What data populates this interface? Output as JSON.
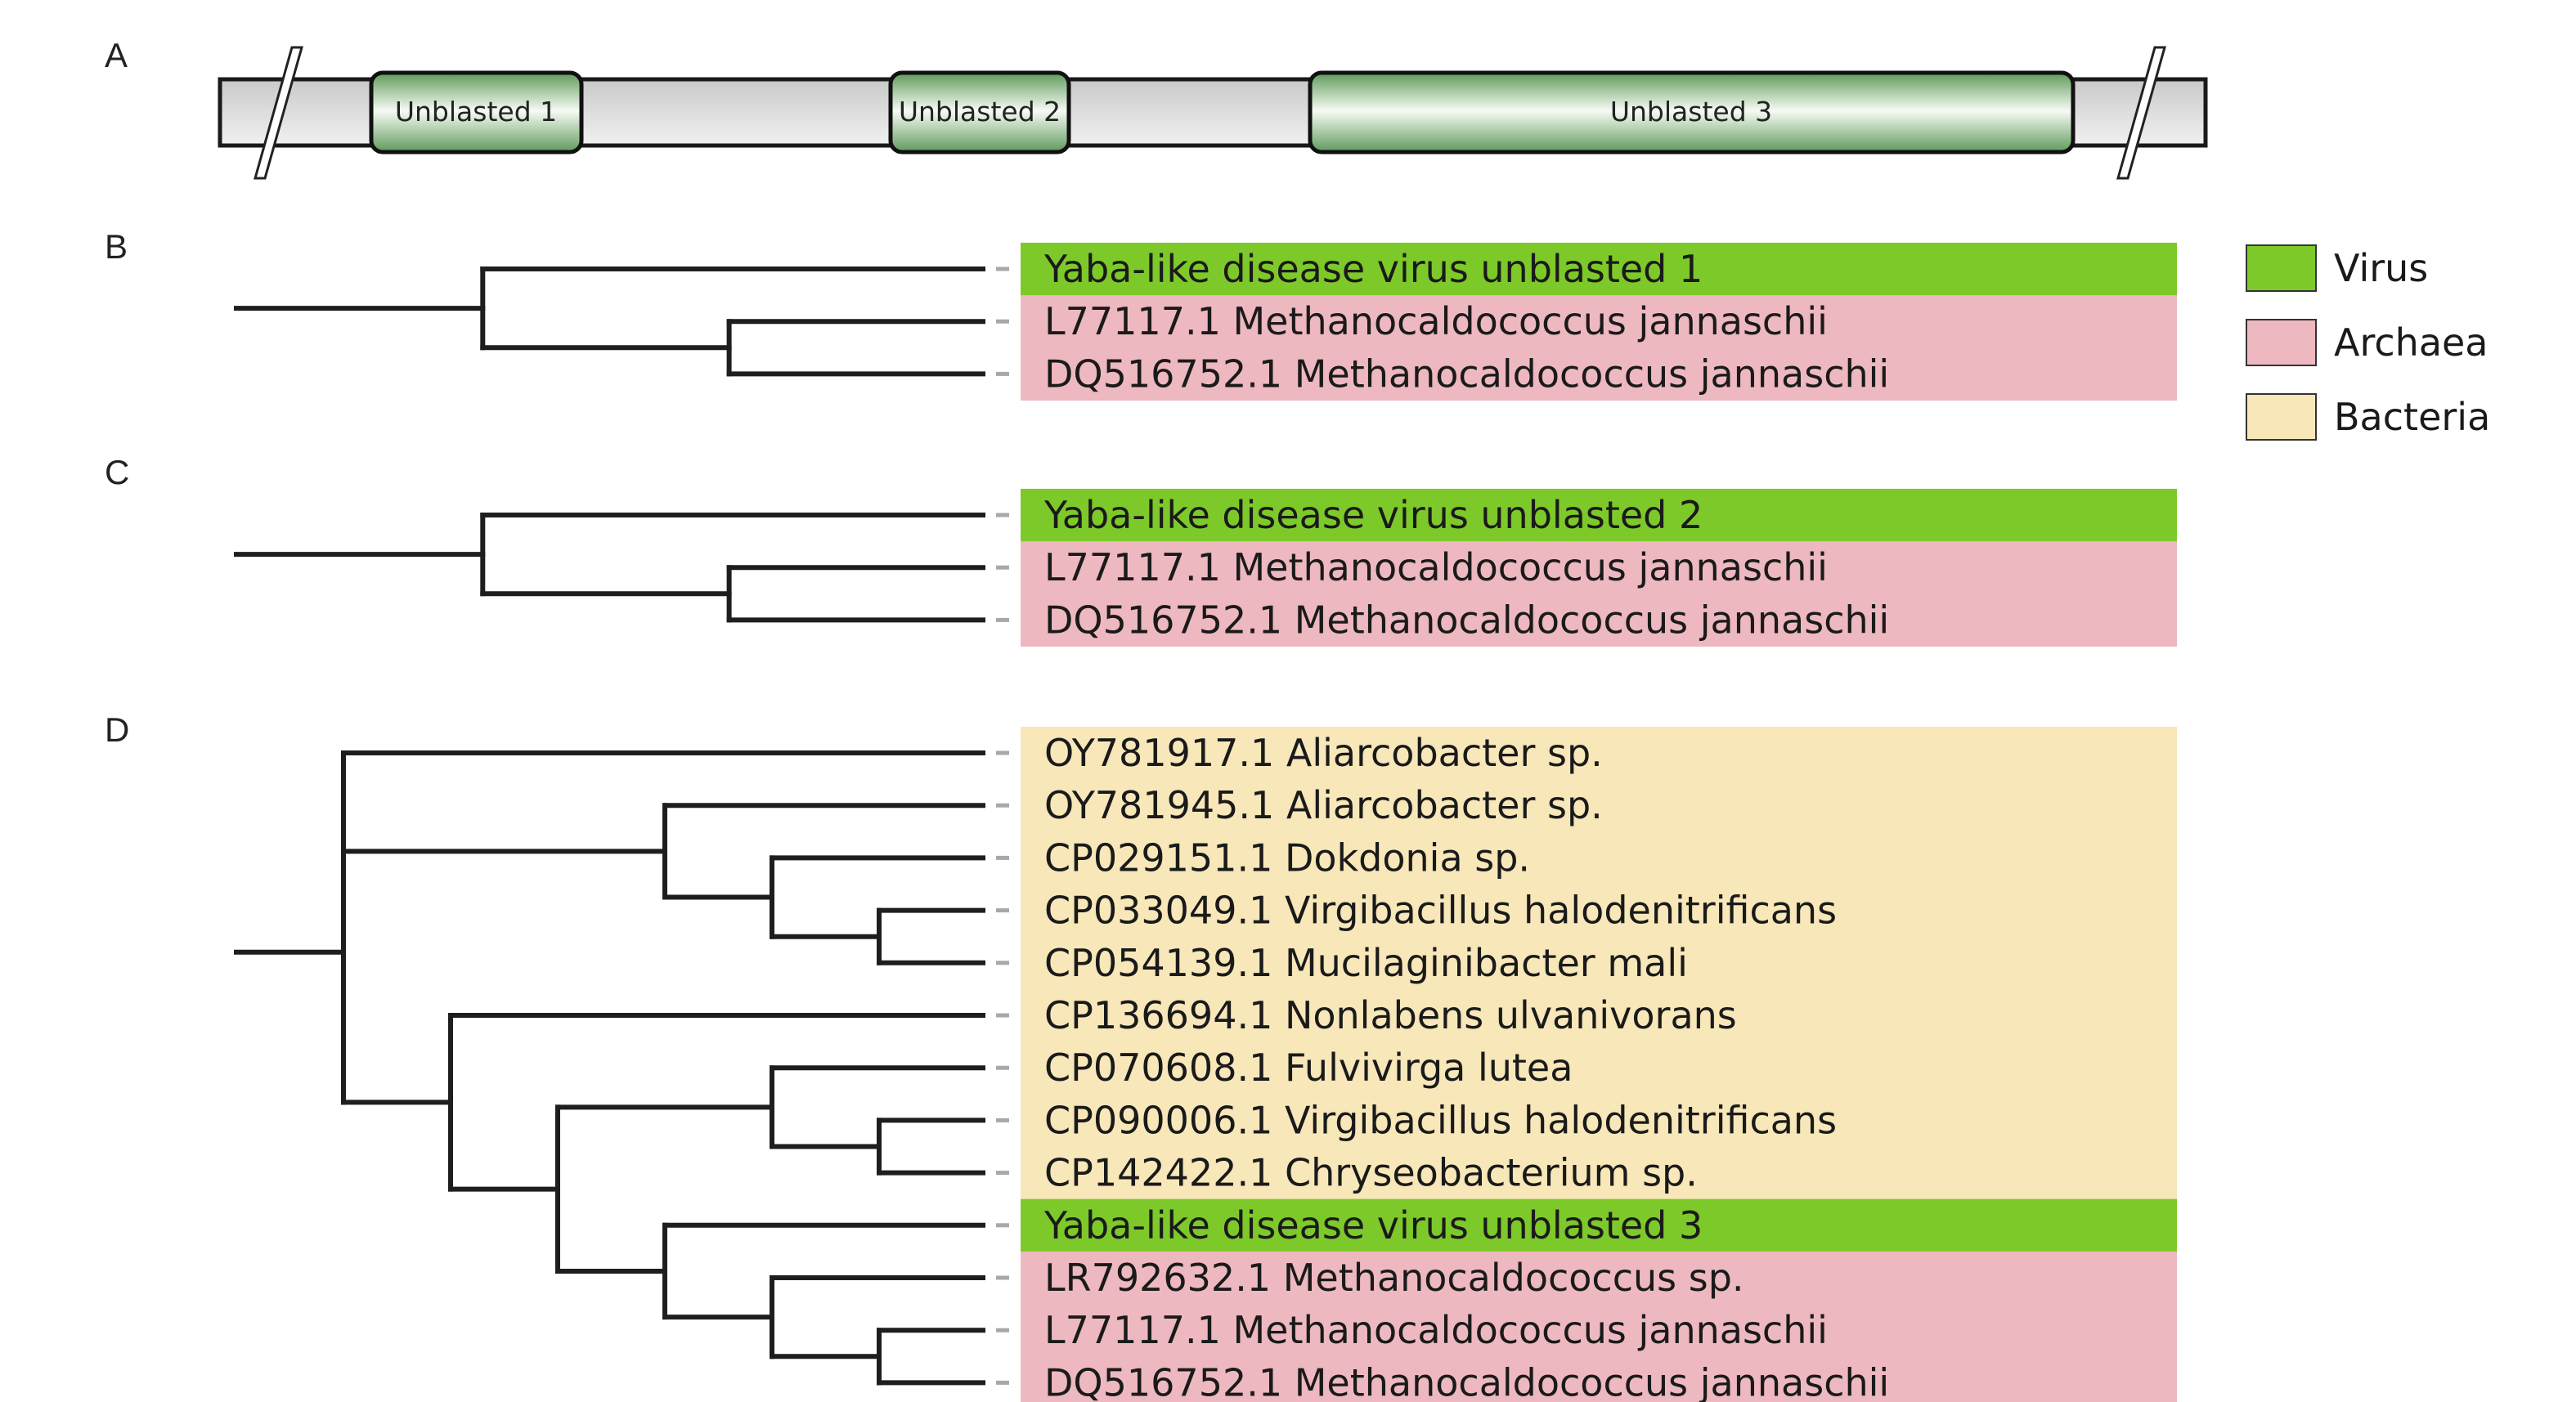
{
  "panels": {
    "a": {
      "letter": "A",
      "segments": [
        "Unblasted 1",
        "Unblasted 2",
        "Unblasted 3"
      ]
    },
    "b": {
      "letter": "B"
    },
    "c": {
      "letter": "C"
    },
    "d": {
      "letter": "D"
    }
  },
  "colors": {
    "Virus": "#7dc92a",
    "Archaea": "#eeb8c0",
    "Bacteria": "#f7e7b9",
    "branch": "#1e1e1e"
  },
  "legend": [
    {
      "label": "Virus",
      "category": "Virus"
    },
    {
      "label": "Archaea",
      "category": "Archaea"
    },
    {
      "label": "Bacteria",
      "category": "Bacteria"
    }
  ],
  "trees": {
    "b": {
      "root_stub": 2.3,
      "tree": {
        "children": [
          {
            "name": "Yaba-like disease virus unblasted 1",
            "cat": "Virus"
          },
          {
            "bl": 2.3,
            "children": [
              {
                "name": "L77117.1 Methanocaldococcus jannaschii",
                "cat": "Archaea"
              },
              {
                "name": "DQ516752.1 Methanocaldococcus jannaschii",
                "cat": "Archaea"
              }
            ]
          }
        ]
      }
    },
    "c": {
      "root_stub": 2.3,
      "tree": {
        "children": [
          {
            "name": "Yaba-like disease virus unblasted 2",
            "cat": "Virus"
          },
          {
            "bl": 2.3,
            "children": [
              {
                "name": "L77117.1 Methanocaldococcus jannaschii",
                "cat": "Archaea"
              },
              {
                "name": "DQ516752.1 Methanocaldococcus jannaschii",
                "cat": "Archaea"
              }
            ]
          }
        ]
      }
    },
    "d": {
      "root_stub": 1,
      "tree": {
        "children": [
          {
            "children": [
              {
                "name": "OY781917.1 Aliarcobacter sp.",
                "cat": "Bacteria"
              },
              {
                "bl": 3,
                "children": [
                  {
                    "name": "OY781945.1 Aliarcobacter sp.",
                    "cat": "Bacteria"
                  },
                  {
                    "bl": 1,
                    "children": [
                      {
                        "name": "CP029151.1 Dokdonia sp.",
                        "cat": "Bacteria"
                      },
                      {
                        "bl": 1,
                        "children": [
                          {
                            "name": "CP033049.1 Virgibacillus halodenitrificans",
                            "cat": "Bacteria"
                          },
                          {
                            "name": "CP054139.1 Mucilaginibacter mali",
                            "cat": "Bacteria"
                          }
                        ]
                      }
                    ]
                  }
                ]
              }
            ],
            "flat": true
          },
          {
            "bl": 1,
            "children": [
              {
                "name": "CP136694.1 Nonlabens ulvanivorans",
                "cat": "Bacteria"
              },
              {
                "bl": 1,
                "children": [
                  {
                    "bl": 2,
                    "children": [
                      {
                        "name": "CP070608.1 Fulvivirga lutea",
                        "cat": "Bacteria"
                      },
                      {
                        "bl": 1,
                        "children": [
                          {
                            "name": "CP090006.1 Virgibacillus halodenitrificans",
                            "cat": "Bacteria"
                          },
                          {
                            "name": "CP142422.1 Chryseobacterium sp.",
                            "cat": "Bacteria"
                          }
                        ]
                      }
                    ]
                  },
                  {
                    "bl": 1,
                    "children": [
                      {
                        "name": "Yaba-like disease virus unblasted 3",
                        "cat": "Virus"
                      },
                      {
                        "bl": 1,
                        "children": [
                          {
                            "name": "LR792632.1 Methanocaldococcus sp.",
                            "cat": "Archaea"
                          },
                          {
                            "bl": 1,
                            "children": [
                              {
                                "name": "L77117.1 Methanocaldococcus jannaschii",
                                "cat": "Archaea"
                              },
                              {
                                "name": "DQ516752.1 Methanocaldococcus jannaschii",
                                "cat": "Archaea"
                              }
                            ]
                          }
                        ]
                      }
                    ]
                  }
                ]
              }
            ]
          }
        ]
      }
    }
  }
}
